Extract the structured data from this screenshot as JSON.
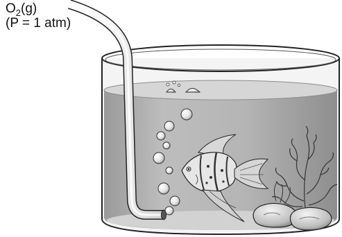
{
  "gas_label": {
    "formula_main": "O",
    "formula_subscript": "2",
    "formula_state": "(g)",
    "pressure": "(P = 1 atm)"
  },
  "colors": {
    "water": "#b3b3b3",
    "water_dark": "#9a9a9a",
    "outline": "#222222",
    "glass": "#e8e8e8"
  },
  "icons": [
    "gas-tube-icon",
    "bubble-icon",
    "angelfish-icon",
    "seaweed-icon",
    "rock-icon"
  ]
}
